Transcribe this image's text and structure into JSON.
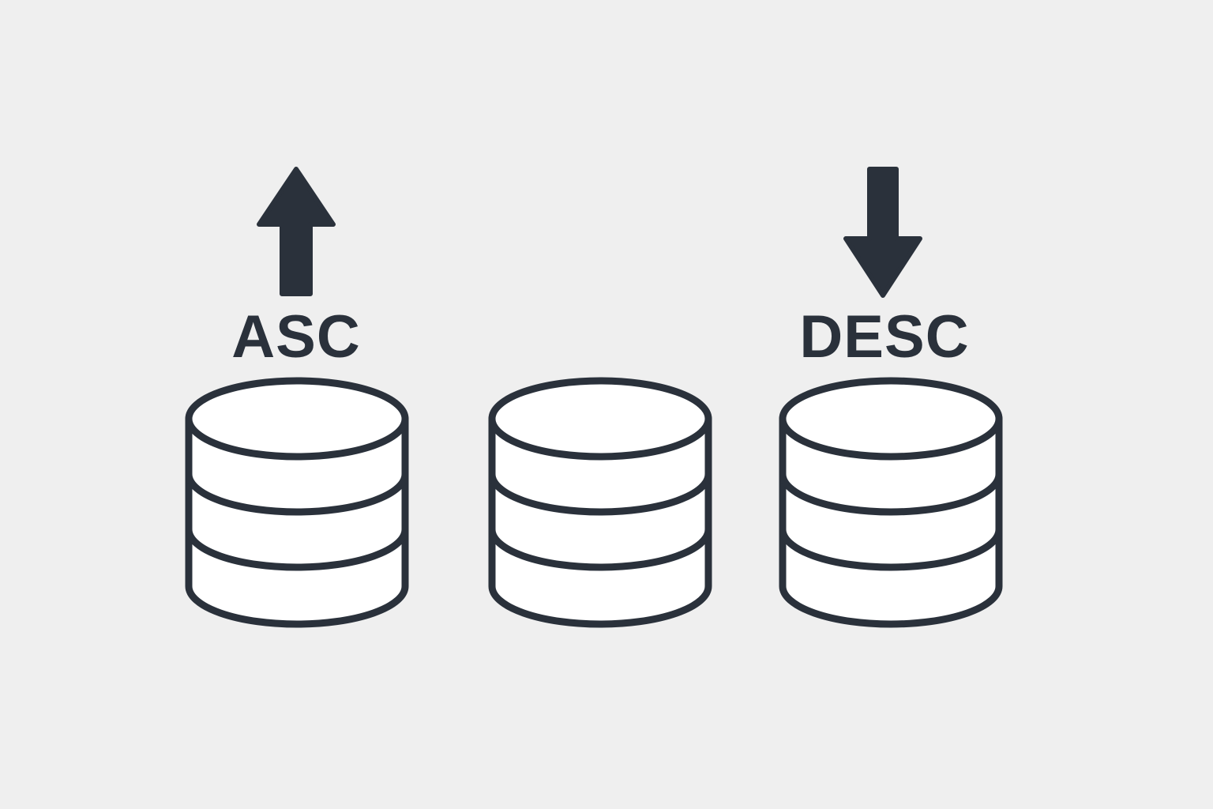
{
  "colors": {
    "background": "#efefef",
    "ink": "#2a313b",
    "fill": "#ffffff"
  },
  "labels": {
    "asc": "ASC",
    "desc": "DESC"
  },
  "icons": {
    "asc_arrow": "arrow-up-icon",
    "desc_arrow": "arrow-down-icon",
    "database": "database-icon"
  },
  "databases": [
    "left",
    "center",
    "right"
  ]
}
